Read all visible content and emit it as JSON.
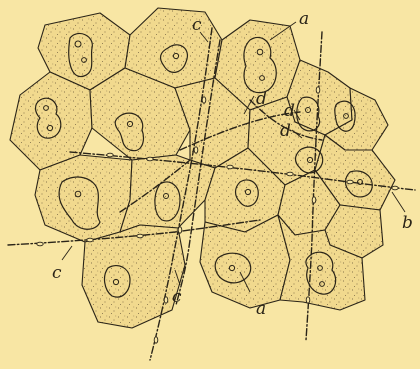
{
  "figure": {
    "background": "#f8e6a4",
    "ink": "#2a2418",
    "labels": [
      {
        "id": "a-top",
        "text": "a"
      },
      {
        "id": "a-bottom",
        "text": "a"
      },
      {
        "id": "b-right",
        "text": "b"
      },
      {
        "id": "c-top",
        "text": "c"
      },
      {
        "id": "c-left",
        "text": "c"
      },
      {
        "id": "c-bottom",
        "text": "c"
      },
      {
        "id": "d-upper",
        "text": "d"
      },
      {
        "id": "d-right-1",
        "text": "d"
      },
      {
        "id": "d-right-2",
        "text": "d"
      }
    ]
  }
}
